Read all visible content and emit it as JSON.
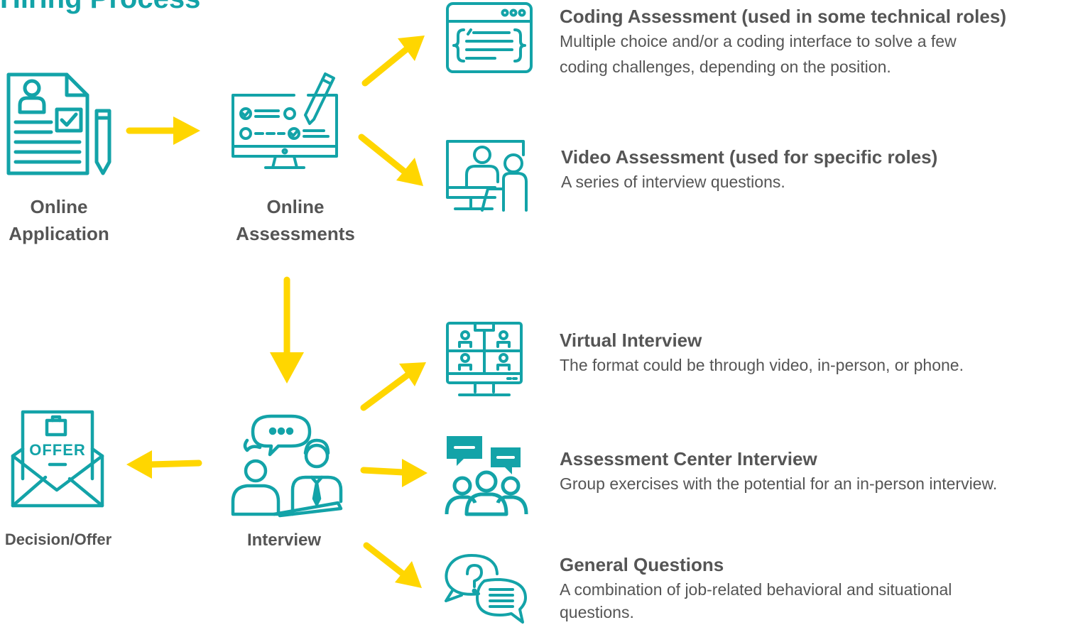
{
  "title": "Hiring Process",
  "colors": {
    "teal": "#13a3a8",
    "arrow": "#ffd600",
    "text": "#555555"
  },
  "nodes": {
    "online_application": {
      "line1": "Online",
      "line2": "Application",
      "icon": "application-form-icon"
    },
    "online_assessments": {
      "line1": "Online",
      "line2": "Assessments",
      "icon": "computer-checklist-icon"
    },
    "interview": {
      "label": "Interview",
      "icon": "interview-people-icon"
    },
    "decision_offer": {
      "label": "Decision/Offer",
      "icon": "offer-envelope-icon"
    }
  },
  "branches": {
    "coding": {
      "heading": "Coding Assessment (used in some technical roles)",
      "line1": "Multiple choice and/or a coding interface to solve a few",
      "line2": "coding challenges, depending on the position.",
      "icon": "code-window-icon"
    },
    "video": {
      "heading": "Video Assessment (used for specific roles)",
      "line1": "A series of interview questions.",
      "icon": "video-call-icon"
    },
    "virtual": {
      "heading": "Virtual Interview",
      "line1": "The format could be through video, in-person, or phone.",
      "icon": "video-conference-icon"
    },
    "center": {
      "heading": "Assessment Center Interview",
      "line1": "Group exercises with the potential for an in-person interview.",
      "icon": "group-discussion-icon"
    },
    "general": {
      "heading": "General Questions",
      "line1": "A combination of job-related behavioral and situational",
      "line2": "questions.",
      "icon": "question-bubbles-icon"
    }
  }
}
